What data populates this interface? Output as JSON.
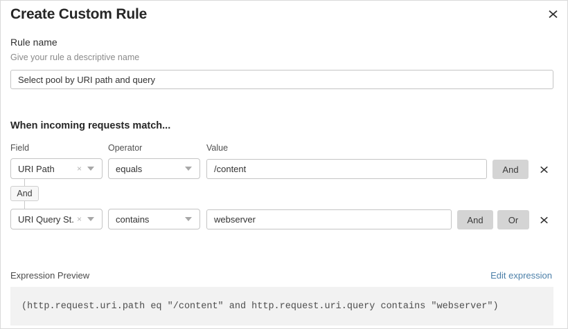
{
  "dialog": {
    "title": "Create Custom Rule",
    "close_icon": "close-icon"
  },
  "rule_name": {
    "label": "Rule name",
    "help": "Give your rule a descriptive name",
    "value": "Select pool by URI path and query",
    "placeholder": "Select pool by URI path and query"
  },
  "match": {
    "heading": "When incoming requests match...",
    "columns": {
      "field": "Field",
      "operator": "Operator",
      "value": "Value"
    },
    "connector": {
      "label": "And"
    },
    "rows": [
      {
        "field": "URI Path",
        "clear_icon": "×",
        "operator": "equals",
        "value": "/content",
        "value_placeholder": "/content",
        "buttons": [
          "And"
        ],
        "delete_icon": "delete-icon"
      },
      {
        "field": "URI Query St...",
        "clear_icon": "×",
        "operator": "contains",
        "value": "webserver",
        "value_placeholder": "webserver",
        "buttons": [
          "And",
          "Or"
        ],
        "delete_icon": "delete-icon"
      }
    ]
  },
  "expression": {
    "label": "Expression Preview",
    "edit_link": "Edit expression",
    "code": "(http.request.uri.path eq \"/content\" and http.request.uri.query contains \"webserver\")"
  },
  "colors": {
    "link": "#4b7fa8",
    "button_bg": "#d4d4d4",
    "code_bg": "#f2f2f2",
    "border": "#c4c4c4"
  }
}
